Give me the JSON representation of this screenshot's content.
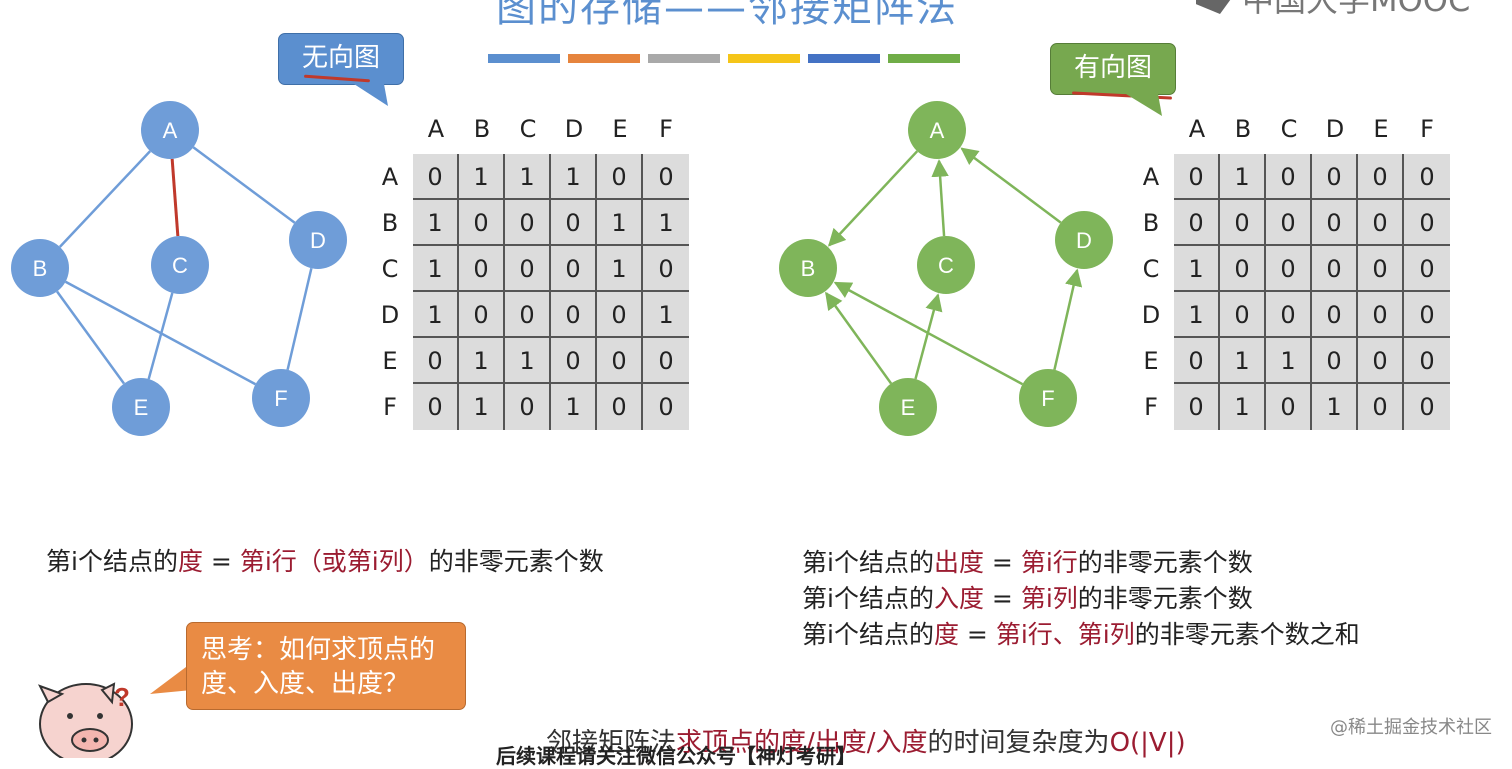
{
  "title": "图的存储——邻接矩阵法",
  "logo_text": "中国大学MOOC",
  "accent_colors": [
    "#5b8fcf",
    "#e6843d",
    "#a9a9a9",
    "#f5c518",
    "#4472c4",
    "#70ad47"
  ],
  "undirected": {
    "bubble_label": "无向图",
    "node_color": "#6f9dd8",
    "edge_color": "#6f9dd8",
    "highlight_edge_color": "#c0392b",
    "nodes": [
      "A",
      "B",
      "C",
      "D",
      "E",
      "F"
    ],
    "edges": [
      [
        "A",
        "B"
      ],
      [
        "A",
        "C"
      ],
      [
        "A",
        "D"
      ],
      [
        "B",
        "E"
      ],
      [
        "B",
        "F"
      ],
      [
        "C",
        "E"
      ],
      [
        "D",
        "F"
      ]
    ],
    "highlight_edge": [
      "A",
      "C"
    ],
    "matrix": {
      "col_headers": [
        "A",
        "B",
        "C",
        "D",
        "E",
        "F"
      ],
      "row_headers": [
        "A",
        "B",
        "C",
        "D",
        "E",
        "F"
      ],
      "rows": [
        [
          "0",
          "1",
          "1",
          "1",
          "0",
          "0"
        ],
        [
          "1",
          "0",
          "0",
          "0",
          "1",
          "1"
        ],
        [
          "1",
          "0",
          "0",
          "0",
          "1",
          "0"
        ],
        [
          "1",
          "0",
          "0",
          "0",
          "0",
          "1"
        ],
        [
          "0",
          "1",
          "1",
          "0",
          "0",
          "0"
        ],
        [
          "0",
          "1",
          "0",
          "1",
          "0",
          "0"
        ]
      ]
    },
    "formula": {
      "p1": "第i个结点的",
      "h1": "度",
      "p2": " = ",
      "h2": "第i行（或第i列）",
      "p3": "的非零元素个数"
    }
  },
  "directed": {
    "bubble_label": "有向图",
    "node_color": "#7fb55a",
    "edge_color": "#7fb55a",
    "nodes": [
      "A",
      "B",
      "C",
      "D",
      "E",
      "F"
    ],
    "edges": [
      [
        "A",
        "B"
      ],
      [
        "C",
        "A"
      ],
      [
        "D",
        "A"
      ],
      [
        "E",
        "B"
      ],
      [
        "E",
        "C"
      ],
      [
        "F",
        "B"
      ],
      [
        "F",
        "D"
      ]
    ],
    "matrix": {
      "col_headers": [
        "A",
        "B",
        "C",
        "D",
        "E",
        "F"
      ],
      "row_headers": [
        "A",
        "B",
        "C",
        "D",
        "E",
        "F"
      ],
      "rows": [
        [
          "0",
          "1",
          "0",
          "0",
          "0",
          "0"
        ],
        [
          "0",
          "0",
          "0",
          "0",
          "0",
          "0"
        ],
        [
          "1",
          "0",
          "0",
          "0",
          "0",
          "0"
        ],
        [
          "1",
          "0",
          "0",
          "0",
          "0",
          "0"
        ],
        [
          "0",
          "1",
          "1",
          "0",
          "0",
          "0"
        ],
        [
          "0",
          "1",
          "0",
          "1",
          "0",
          "0"
        ]
      ]
    },
    "formulas": [
      {
        "p1": "第i个结点的",
        "h1": "出度",
        "p2": " = ",
        "h2": "第i行",
        "p3": "的非零元素个数"
      },
      {
        "p1": "第i个结点的",
        "h1": "入度",
        "p2": " = ",
        "h2": "第i列",
        "p3": "的非零元素个数"
      },
      {
        "p1": "第i个结点的",
        "h1": "度",
        "p2": " = ",
        "h2": "第i行、第i列",
        "p3": "的非零元素个数之和"
      }
    ]
  },
  "think_bubble": "思考：如何求顶点的度、入度、出度？",
  "bottom": {
    "p1": "邻接矩阵法",
    "h1": "求顶点的度/出度/入度",
    "p2": "的时间复杂度为",
    "h2": "O(|V|)"
  },
  "subtitle": "后续课程请关注微信公众号【神灯考研】",
  "watermark": "@稀土掘金技术社区"
}
